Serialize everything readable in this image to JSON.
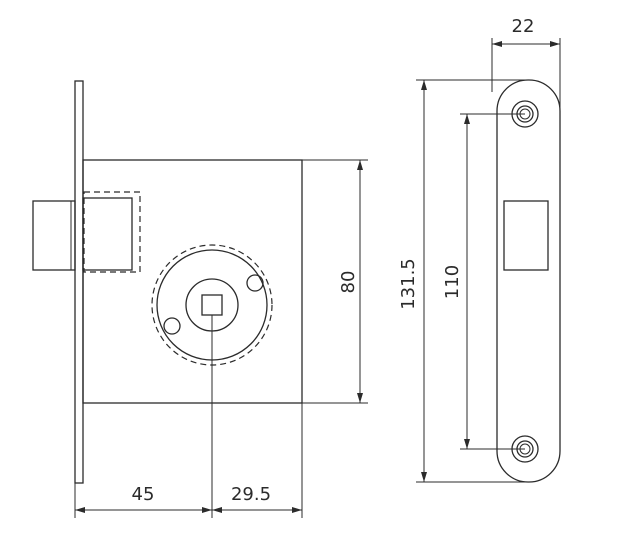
{
  "diagram": {
    "dimensions": {
      "backset": "45",
      "center_offset": "29.5",
      "case_height": "80",
      "faceplate_length": "131.5",
      "screw_spacing": "110",
      "faceplate_width": "22"
    }
  }
}
